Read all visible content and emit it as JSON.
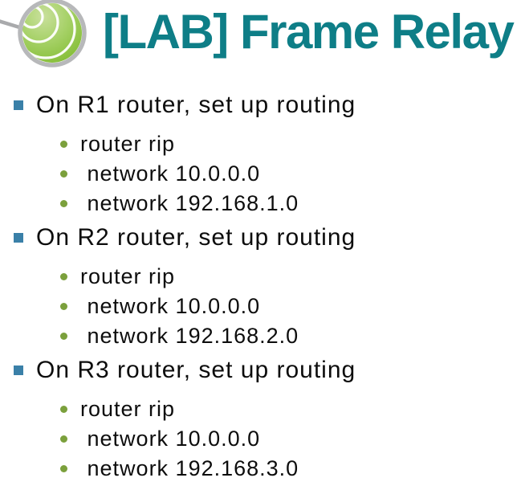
{
  "slide": {
    "title": "[LAB] Frame Relay",
    "sections": [
      {
        "heading": "On R1 router, set up routing",
        "items": [
          "router rip",
          " network 10.0.0.0",
          " network 192.168.1.0"
        ]
      },
      {
        "heading": "On R2 router, set up routing",
        "items": [
          "router rip",
          " network 10.0.0.0",
          " network 192.168.2.0"
        ]
      },
      {
        "heading": "On R3 router, set up routing",
        "items": [
          "router rip",
          " network 10.0.0.0",
          " network 192.168.3.0"
        ]
      }
    ]
  },
  "icons": {
    "logo": "green-sphere-rings-logo"
  },
  "colors": {
    "title_teal": "#0e7e87",
    "body_text": "#0d0d0d",
    "square_bullet": "#3a80a8",
    "dot_bullet": "#7ba03c",
    "logo_green_light": "#c9e09c",
    "logo_green_mid": "#8cc241",
    "logo_green_dark": "#7ab52e",
    "logo_ring_gray": "#b7b8ba",
    "logo_line_gray": "#a9aaac"
  }
}
